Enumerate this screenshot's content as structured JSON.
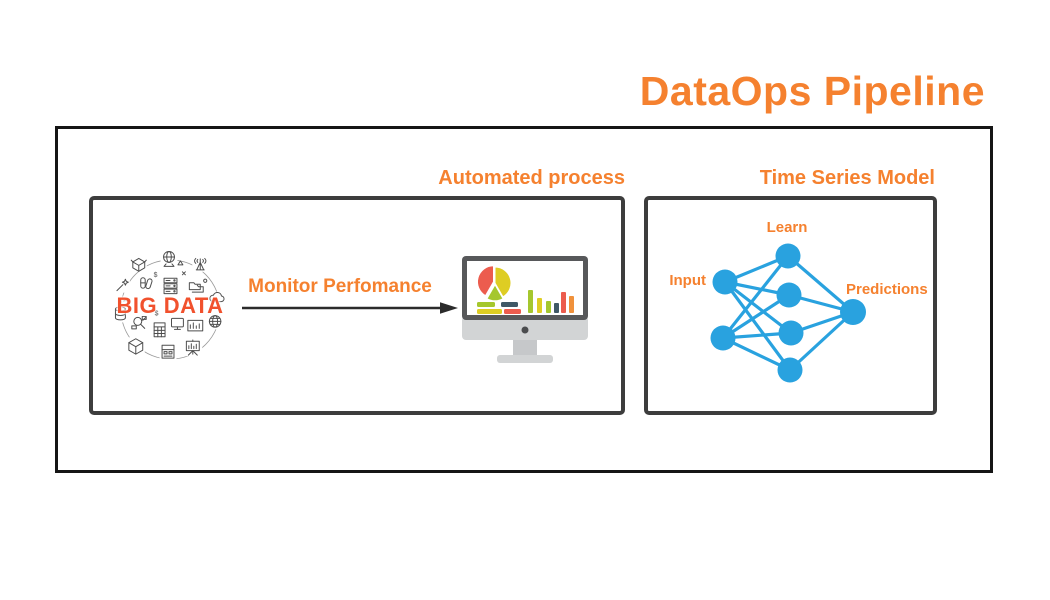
{
  "title": "DataOps Pipeline",
  "sections": {
    "automated_process": {
      "label": "Automated process",
      "big_data": {
        "label": "BIG DATA",
        "illustration_icons": [
          "open-box",
          "globe-on-stand",
          "antenna-tower",
          "magic-wand",
          "pills",
          "server-rack",
          "folder-transfer",
          "cloud",
          "database-cylinder",
          "satellite-dish",
          "spreadsheet",
          "desktop-monitor",
          "chart-board",
          "globe",
          "wireframe-cube",
          "cash-register",
          "easel-chart"
        ]
      },
      "arrow_label": "Monitor Perfomance",
      "monitor_icon": "dashboard-monitor-with-pie-and-bar-charts"
    },
    "time_series_model": {
      "label": "Time Series Model",
      "node_labels": {
        "input": "Input",
        "hidden": "Learn",
        "output": "Predictions"
      },
      "network": {
        "input_nodes": 2,
        "hidden_nodes": 4,
        "output_nodes": 1
      }
    }
  },
  "colors": {
    "accent_orange": "#f5812f",
    "big_data_orange": "#f1512d",
    "node_blue": "#29a2df",
    "outer_frame_black": "#151515",
    "box_border_gray": "#3d3d3d",
    "chart_red": "#ec5c4e",
    "chart_yellow": "#decd23",
    "chart_green": "#a5c72e",
    "chart_slate": "#3f5866",
    "chart_orange": "#f0913b",
    "monitor_gray": "#57585a",
    "monitor_light_gray": "#d2d4d5"
  }
}
